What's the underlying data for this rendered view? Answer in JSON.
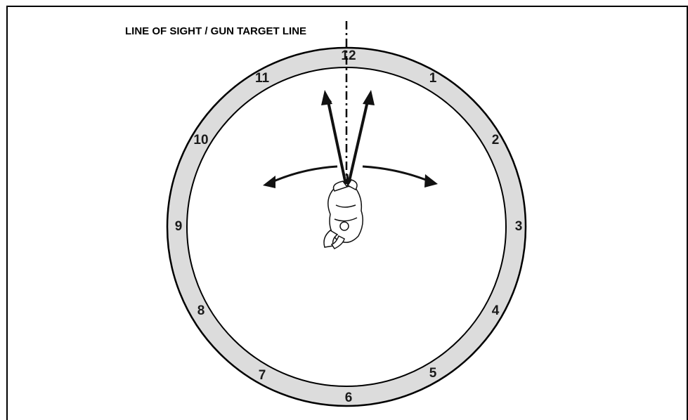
{
  "diagram": {
    "caption": "LINE OF SIGHT / GUN TARGET LINE",
    "hours": [
      {
        "key": "12",
        "label": "12"
      },
      {
        "key": "1",
        "label": "1"
      },
      {
        "key": "2",
        "label": "2"
      },
      {
        "key": "3",
        "label": "3"
      },
      {
        "key": "4",
        "label": "4"
      },
      {
        "key": "5",
        "label": "5"
      },
      {
        "key": "6",
        "label": "6"
      },
      {
        "key": "7",
        "label": "7"
      },
      {
        "key": "8",
        "label": "8"
      },
      {
        "key": "9",
        "label": "9"
      },
      {
        "key": "10",
        "label": "10"
      },
      {
        "key": "11",
        "label": "11"
      }
    ],
    "colors": {
      "ring_fill": "#dcdcdc",
      "outline": "#000000",
      "background": "#ffffff"
    },
    "icons": [
      "soldier-figure",
      "pivot-arrow"
    ]
  }
}
